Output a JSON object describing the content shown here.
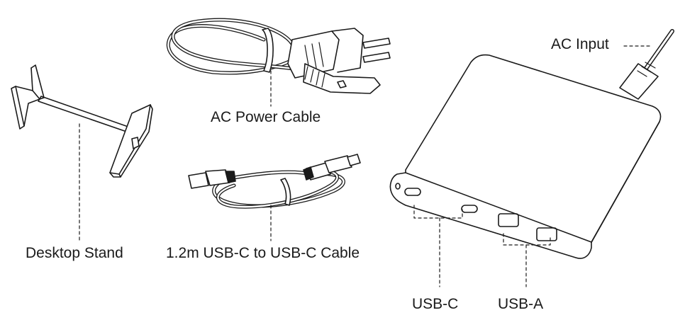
{
  "labels": {
    "desktop_stand": "Desktop Stand",
    "ac_power_cable": "AC Power Cable",
    "usbc_cable": "1.2m USB-C to USB-C Cable",
    "ac_input": "AC Input",
    "usb_c": "USB-C",
    "usb_a": "USB-A"
  },
  "colors": {
    "line": "#1a1a1a",
    "fill": "#ffffff"
  }
}
